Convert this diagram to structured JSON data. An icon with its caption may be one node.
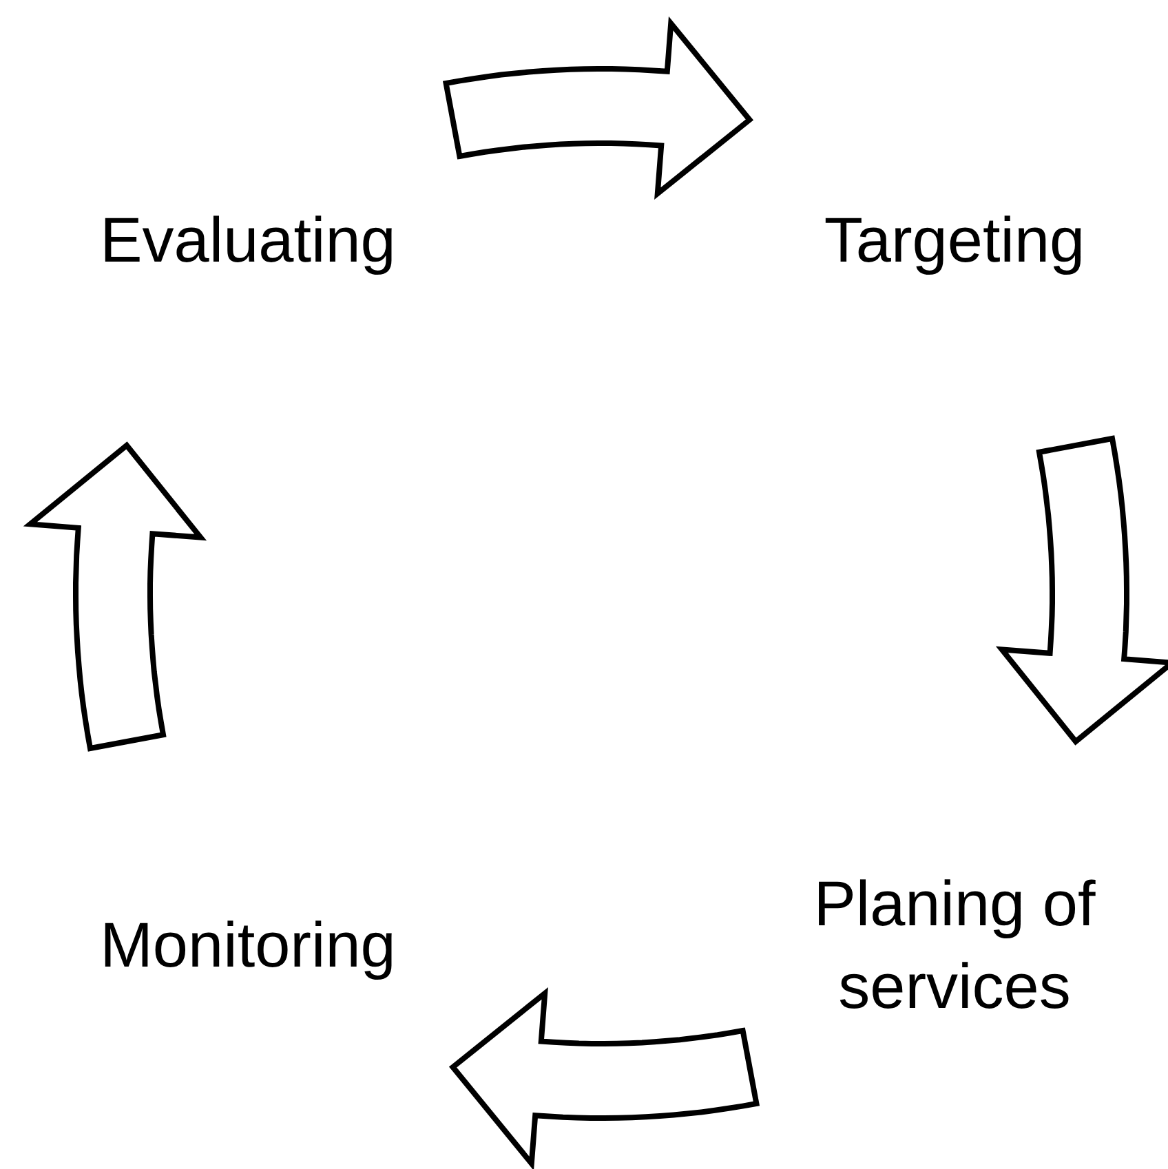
{
  "diagram": {
    "nodes": [
      {
        "text": [
          "Evaluating"
        ]
      },
      {
        "text": [
          "Targeting"
        ]
      },
      {
        "text": [
          "Planing of services"
        ]
      },
      {
        "text": [
          "Monitoring"
        ]
      }
    ],
    "edges": [
      {
        "from": 0,
        "to": 1,
        "arrow": "to"
      },
      {
        "from": 1,
        "to": 2,
        "arrow": "to"
      },
      {
        "from": 2,
        "to": 3,
        "arrow": "to"
      },
      {
        "from": 3,
        "to": 0,
        "arrow": "to"
      }
    ]
  }
}
